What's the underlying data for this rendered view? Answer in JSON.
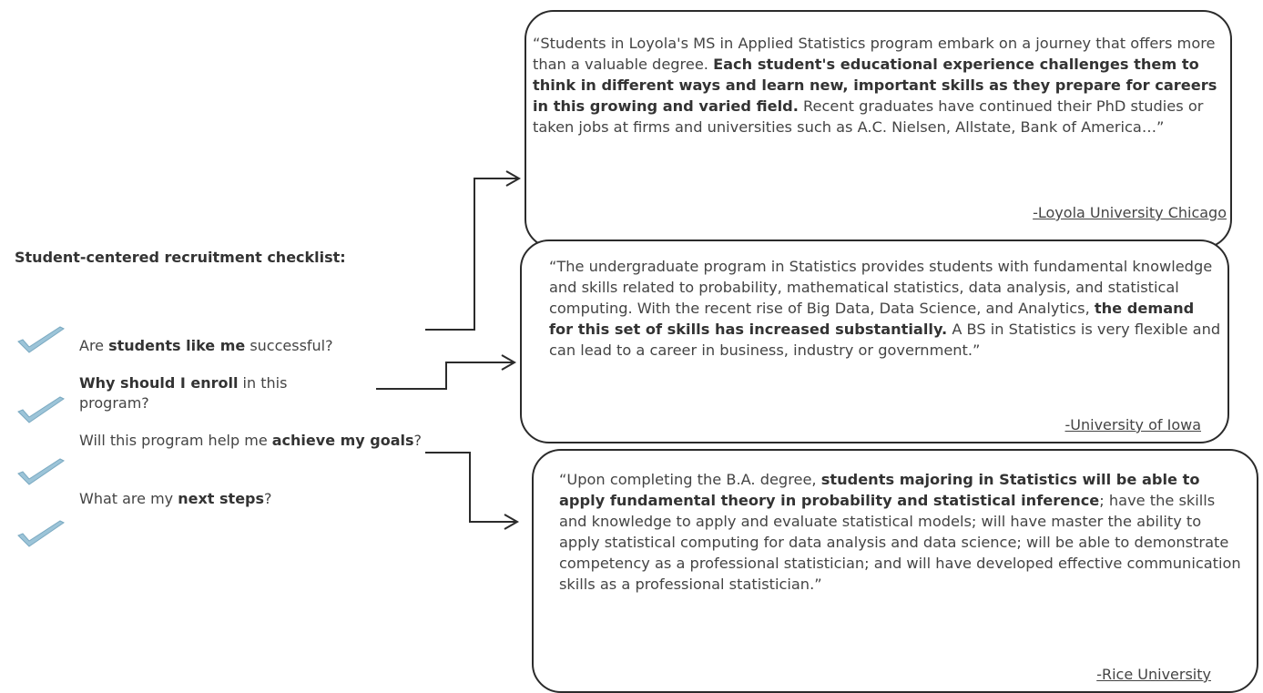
{
  "checklist": {
    "title": "Student-centered recruitment checklist:",
    "items": [
      {
        "pre": "Are ",
        "bold": "students like me",
        "post": " successful?"
      },
      {
        "pre": "",
        "bold": "Why should I enroll",
        "post": " in this program?"
      },
      {
        "pre": "Will this program help me ",
        "bold": "achieve my goals",
        "post": "?"
      },
      {
        "pre": "What are my ",
        "bold": "next steps",
        "post": "?"
      }
    ]
  },
  "quotes": [
    {
      "pre": "“Students in Loyola's MS in Applied Statistics program embark on a journey that offers more than a valuable degree. ",
      "bold": "Each student's educational experience challenges them to think in different ways and learn new, important skills as they prepare for careers in this growing and varied field.",
      "post": " Recent graduates have continued their PhD studies or taken jobs at firms and universities such as A.C. Nielsen, Allstate, Bank of America…”",
      "source": "-Loyola University Chicago"
    },
    {
      "pre": "“The undergraduate program in Statistics provides students with fundamental knowledge and skills related to probability, mathematical statistics, data analysis, and statistical computing.  With the recent rise of Big Data, Data Science, and Analytics, ",
      "bold": "the demand for this set of skills has increased substantially.",
      "post": " A BS in Statistics is very flexible and can lead to a career in business, industry or government.”",
      "source": "-University of Iowa"
    },
    {
      "pre": "“Upon completing the B.A. degree, ",
      "bold": "students majoring in Statistics will be able to apply fundamental theory in probability and statistical inference",
      "post": "; have the skills and knowledge to apply and evaluate statistical models; will have master the ability to apply statistical computing for data analysis and data science; will be able to demonstrate competency as a professional statistician; and will have developed effective communication skills as a professional statistician.”",
      "source": "-Rice University"
    }
  ],
  "colors": {
    "check": "#9cc4d8",
    "check_dark": "#6f9fb8",
    "border": "#2b2b2b",
    "text": "#444444"
  }
}
